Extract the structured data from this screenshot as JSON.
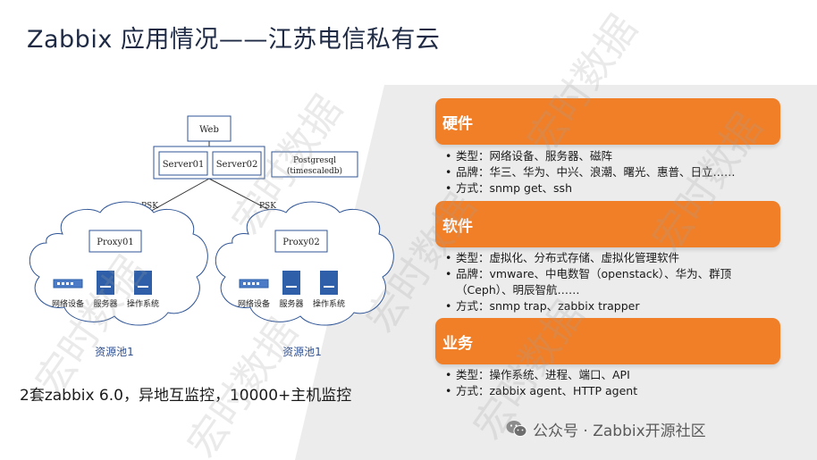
{
  "title": "Zabbix 应用情况——江苏电信私有云",
  "diagram": {
    "web": "Web",
    "server1": "Server01",
    "server2": "Server02",
    "postgres_line1": "Postgresql",
    "postgres_line2": "(timescaledb)",
    "psk_left": "PSK",
    "psk_right": "PSK",
    "proxy1": "Proxy01",
    "proxy2": "Proxy02",
    "device_labels": [
      "网络设备",
      "服务器",
      "操作系统",
      "网络设备",
      "服务器",
      "操作系统"
    ],
    "pool_left": "资源池1",
    "pool_right": "资源池1"
  },
  "caption": "2套zabbix 6.0，异地互监控，10000+主机监控",
  "panels": [
    {
      "heading": "硬件",
      "bullets": [
        "类型：网络设备、服务器、磁阵",
        "品牌：华三、华为、中兴、浪潮、曙光、惠普、日立……",
        "方式：snmp get、ssh"
      ]
    },
    {
      "heading": "软件",
      "bullets": [
        "类型：虚拟化、分布式存储、虚拟化管理软件",
        "品牌：vmware、中电数智（openstack）、华为、群顶",
        "（Ceph）、明辰智航……",
        "方式：snmp trap、zabbix trapper"
      ]
    },
    {
      "heading": "业务",
      "bullets": [
        "类型：操作系统、进程、端口、API",
        "方式：zabbix agent、HTTP agent"
      ]
    }
  ],
  "bullet_symbol": "•",
  "watermark": "宏时数据",
  "footer": {
    "text": "公众号 · Zabbix开源社区",
    "icon": "wechat-icon"
  },
  "colors": {
    "accent": "#f07f28",
    "title": "#1f2a44",
    "box_border": "#2f5597",
    "server_blue": "#2e5fa8"
  }
}
